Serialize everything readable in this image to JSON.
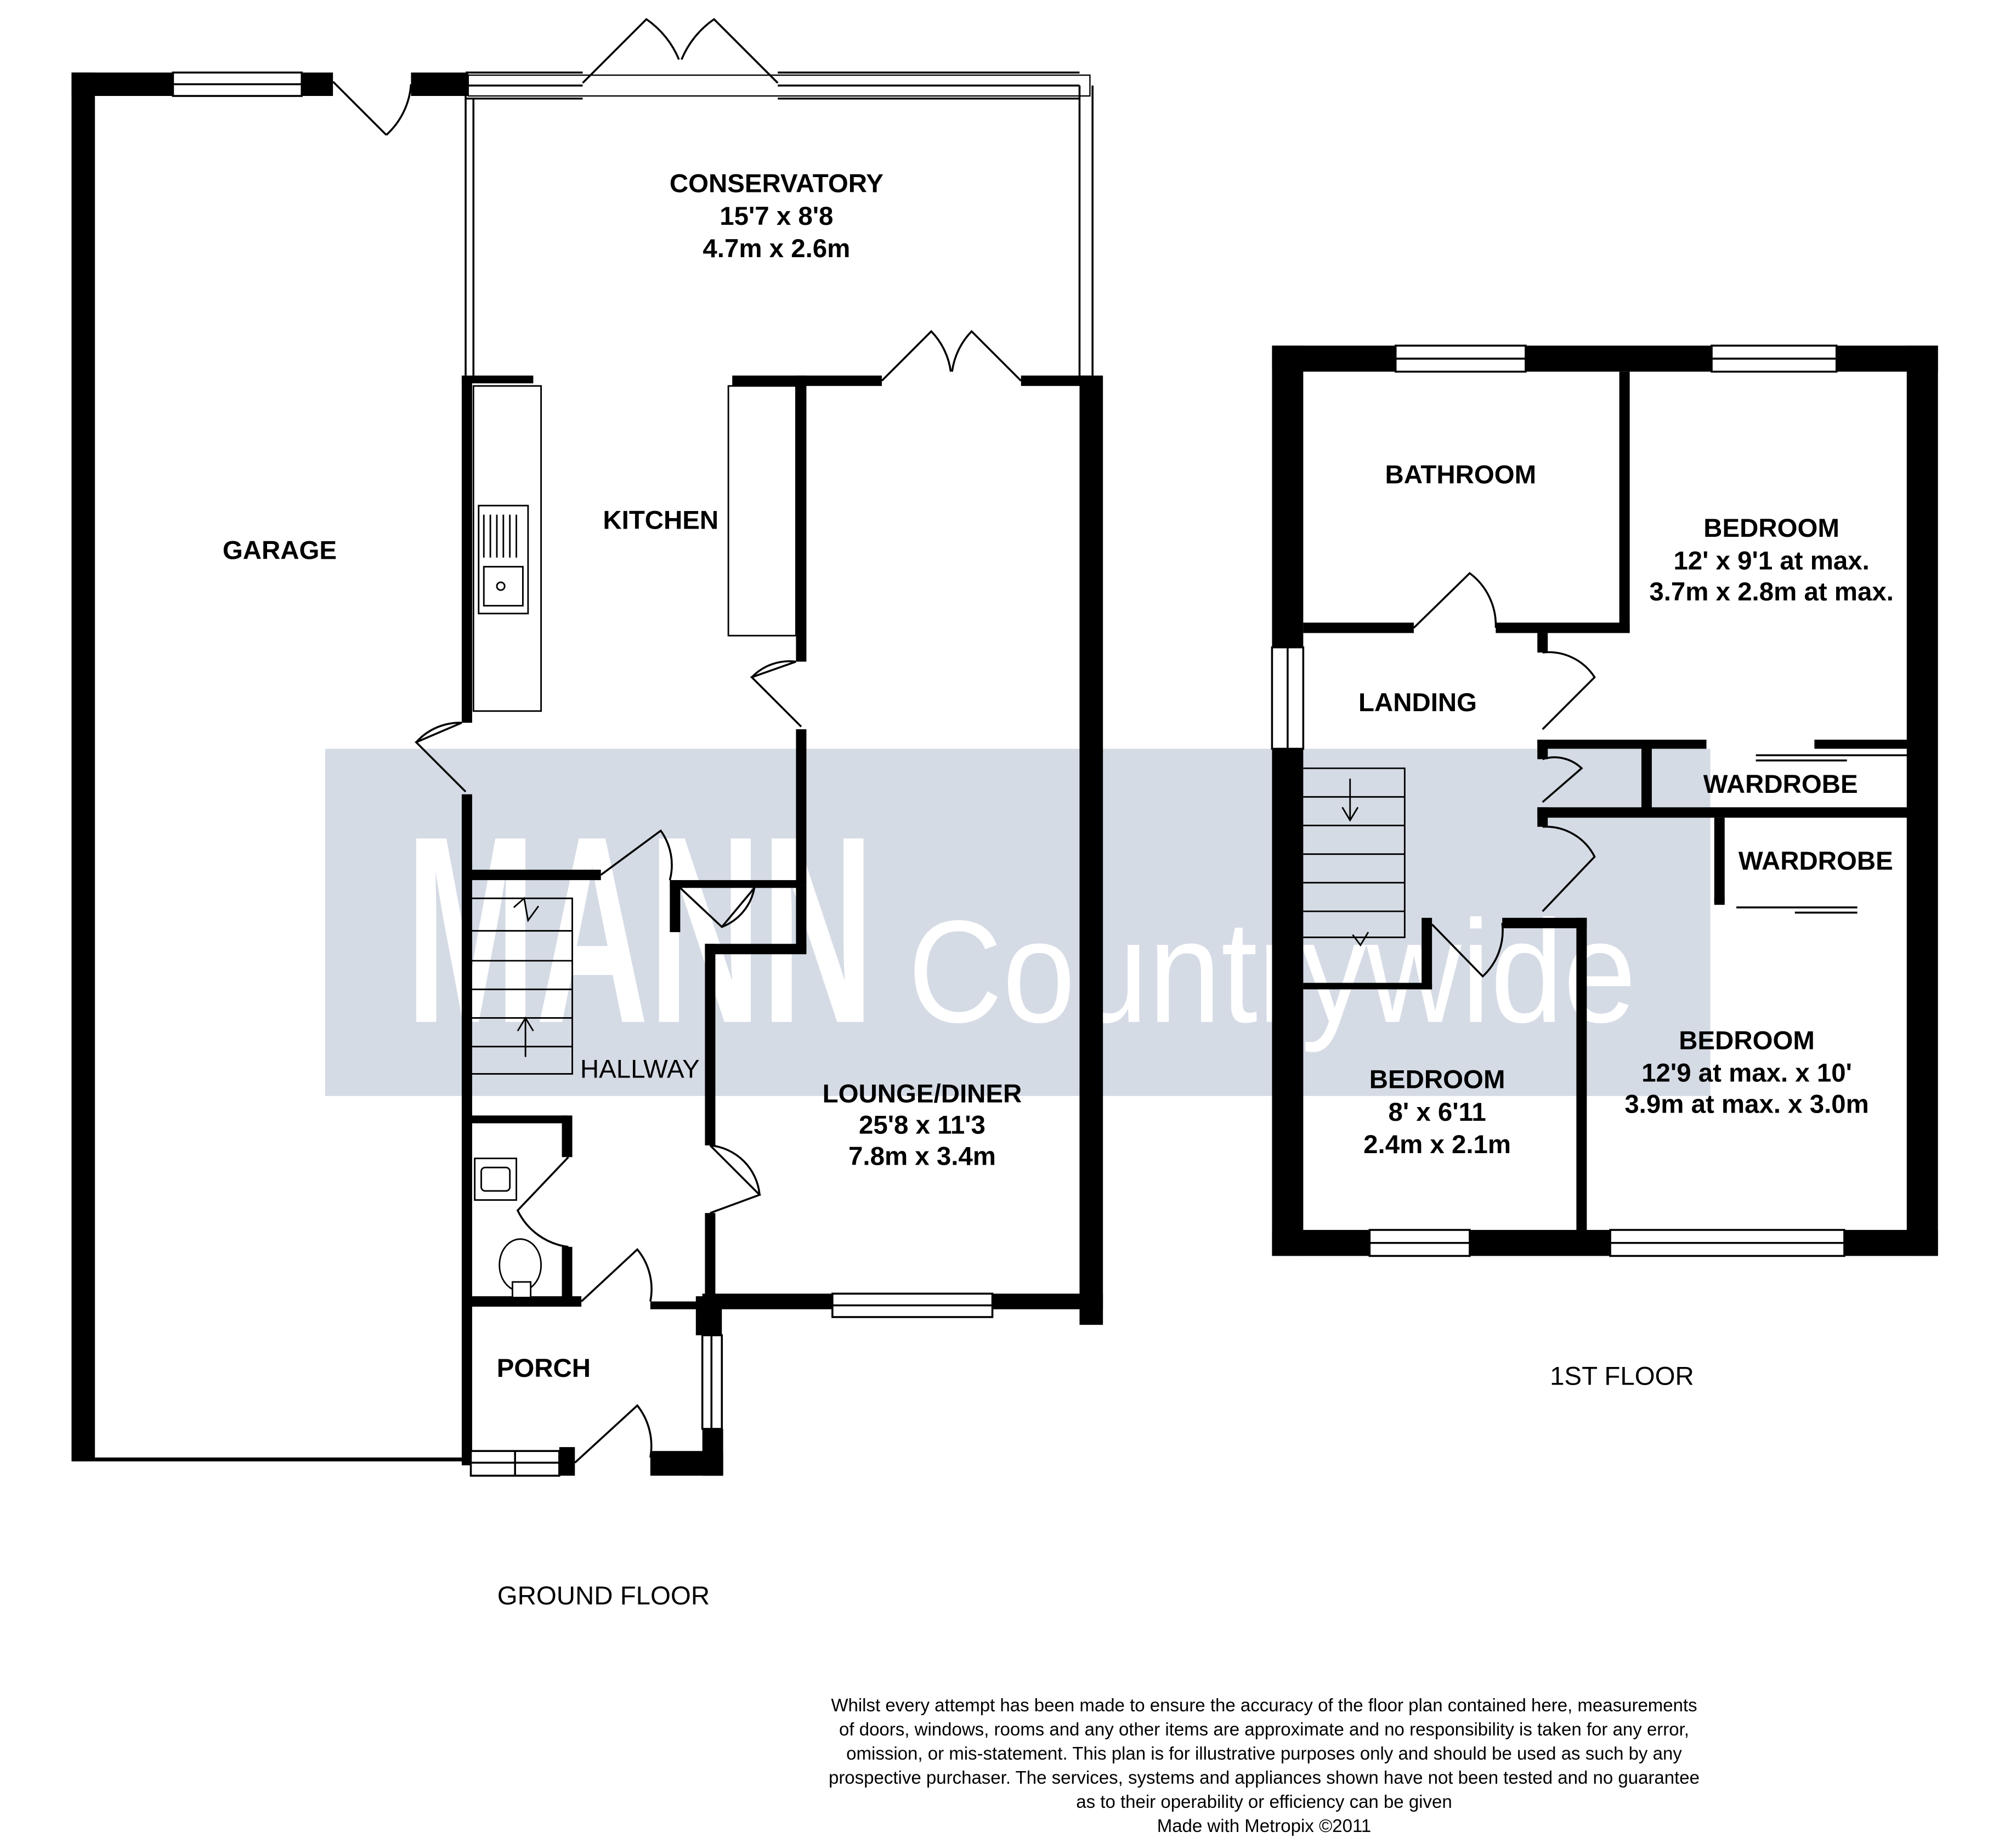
{
  "watermark": {
    "brand": "MANN",
    "sub": "Countrywide"
  },
  "ground_floor": {
    "caption": "GROUND FLOOR",
    "rooms": {
      "conservatory": {
        "name": "CONSERVATORY",
        "size_imperial": "15'7 x 8'8",
        "size_metric": "4.7m x 2.6m"
      },
      "garage": {
        "name": "GARAGE"
      },
      "kitchen": {
        "name": "KITCHEN"
      },
      "hallway": {
        "name": "HALLWAY"
      },
      "lounge": {
        "name": "LOUNGE/DINER",
        "size_imperial": "25'8 x 11'3",
        "size_metric": "7.8m x 3.4m"
      },
      "porch": {
        "name": "PORCH"
      }
    }
  },
  "first_floor": {
    "caption": "1ST FLOOR",
    "rooms": {
      "bathroom": {
        "name": "BATHROOM"
      },
      "bedroom1": {
        "name": "BEDROOM",
        "size_imperial": "12' x 9'1 at max.",
        "size_metric": "3.7m x 2.8m at max."
      },
      "landing": {
        "name": "LANDING"
      },
      "wardrobe1": {
        "name": "WARDROBE"
      },
      "wardrobe2": {
        "name": "WARDROBE"
      },
      "bedroom2": {
        "name": "BEDROOM",
        "size_imperial": "12'9 at max. x 10'",
        "size_metric": "3.9m at max. x 3.0m"
      },
      "bedroom3": {
        "name": "BEDROOM",
        "size_imperial": "8' x 6'11",
        "size_metric": "2.4m x 2.1m"
      }
    }
  },
  "disclaimer": {
    "lines": [
      "Whilst every attempt has been made to ensure the accuracy of the floor plan contained here, measurements",
      "of doors, windows, rooms and any other items are approximate and no responsibility is taken for any error,",
      "omission, or mis-statement. This plan is for illustrative purposes only and should be used as such by any",
      "prospective purchaser. The services, systems and appliances shown have not been tested and no guarantee",
      "as to their operability or efficiency can be given"
    ],
    "credit": "Made with Metropix ©2011"
  }
}
